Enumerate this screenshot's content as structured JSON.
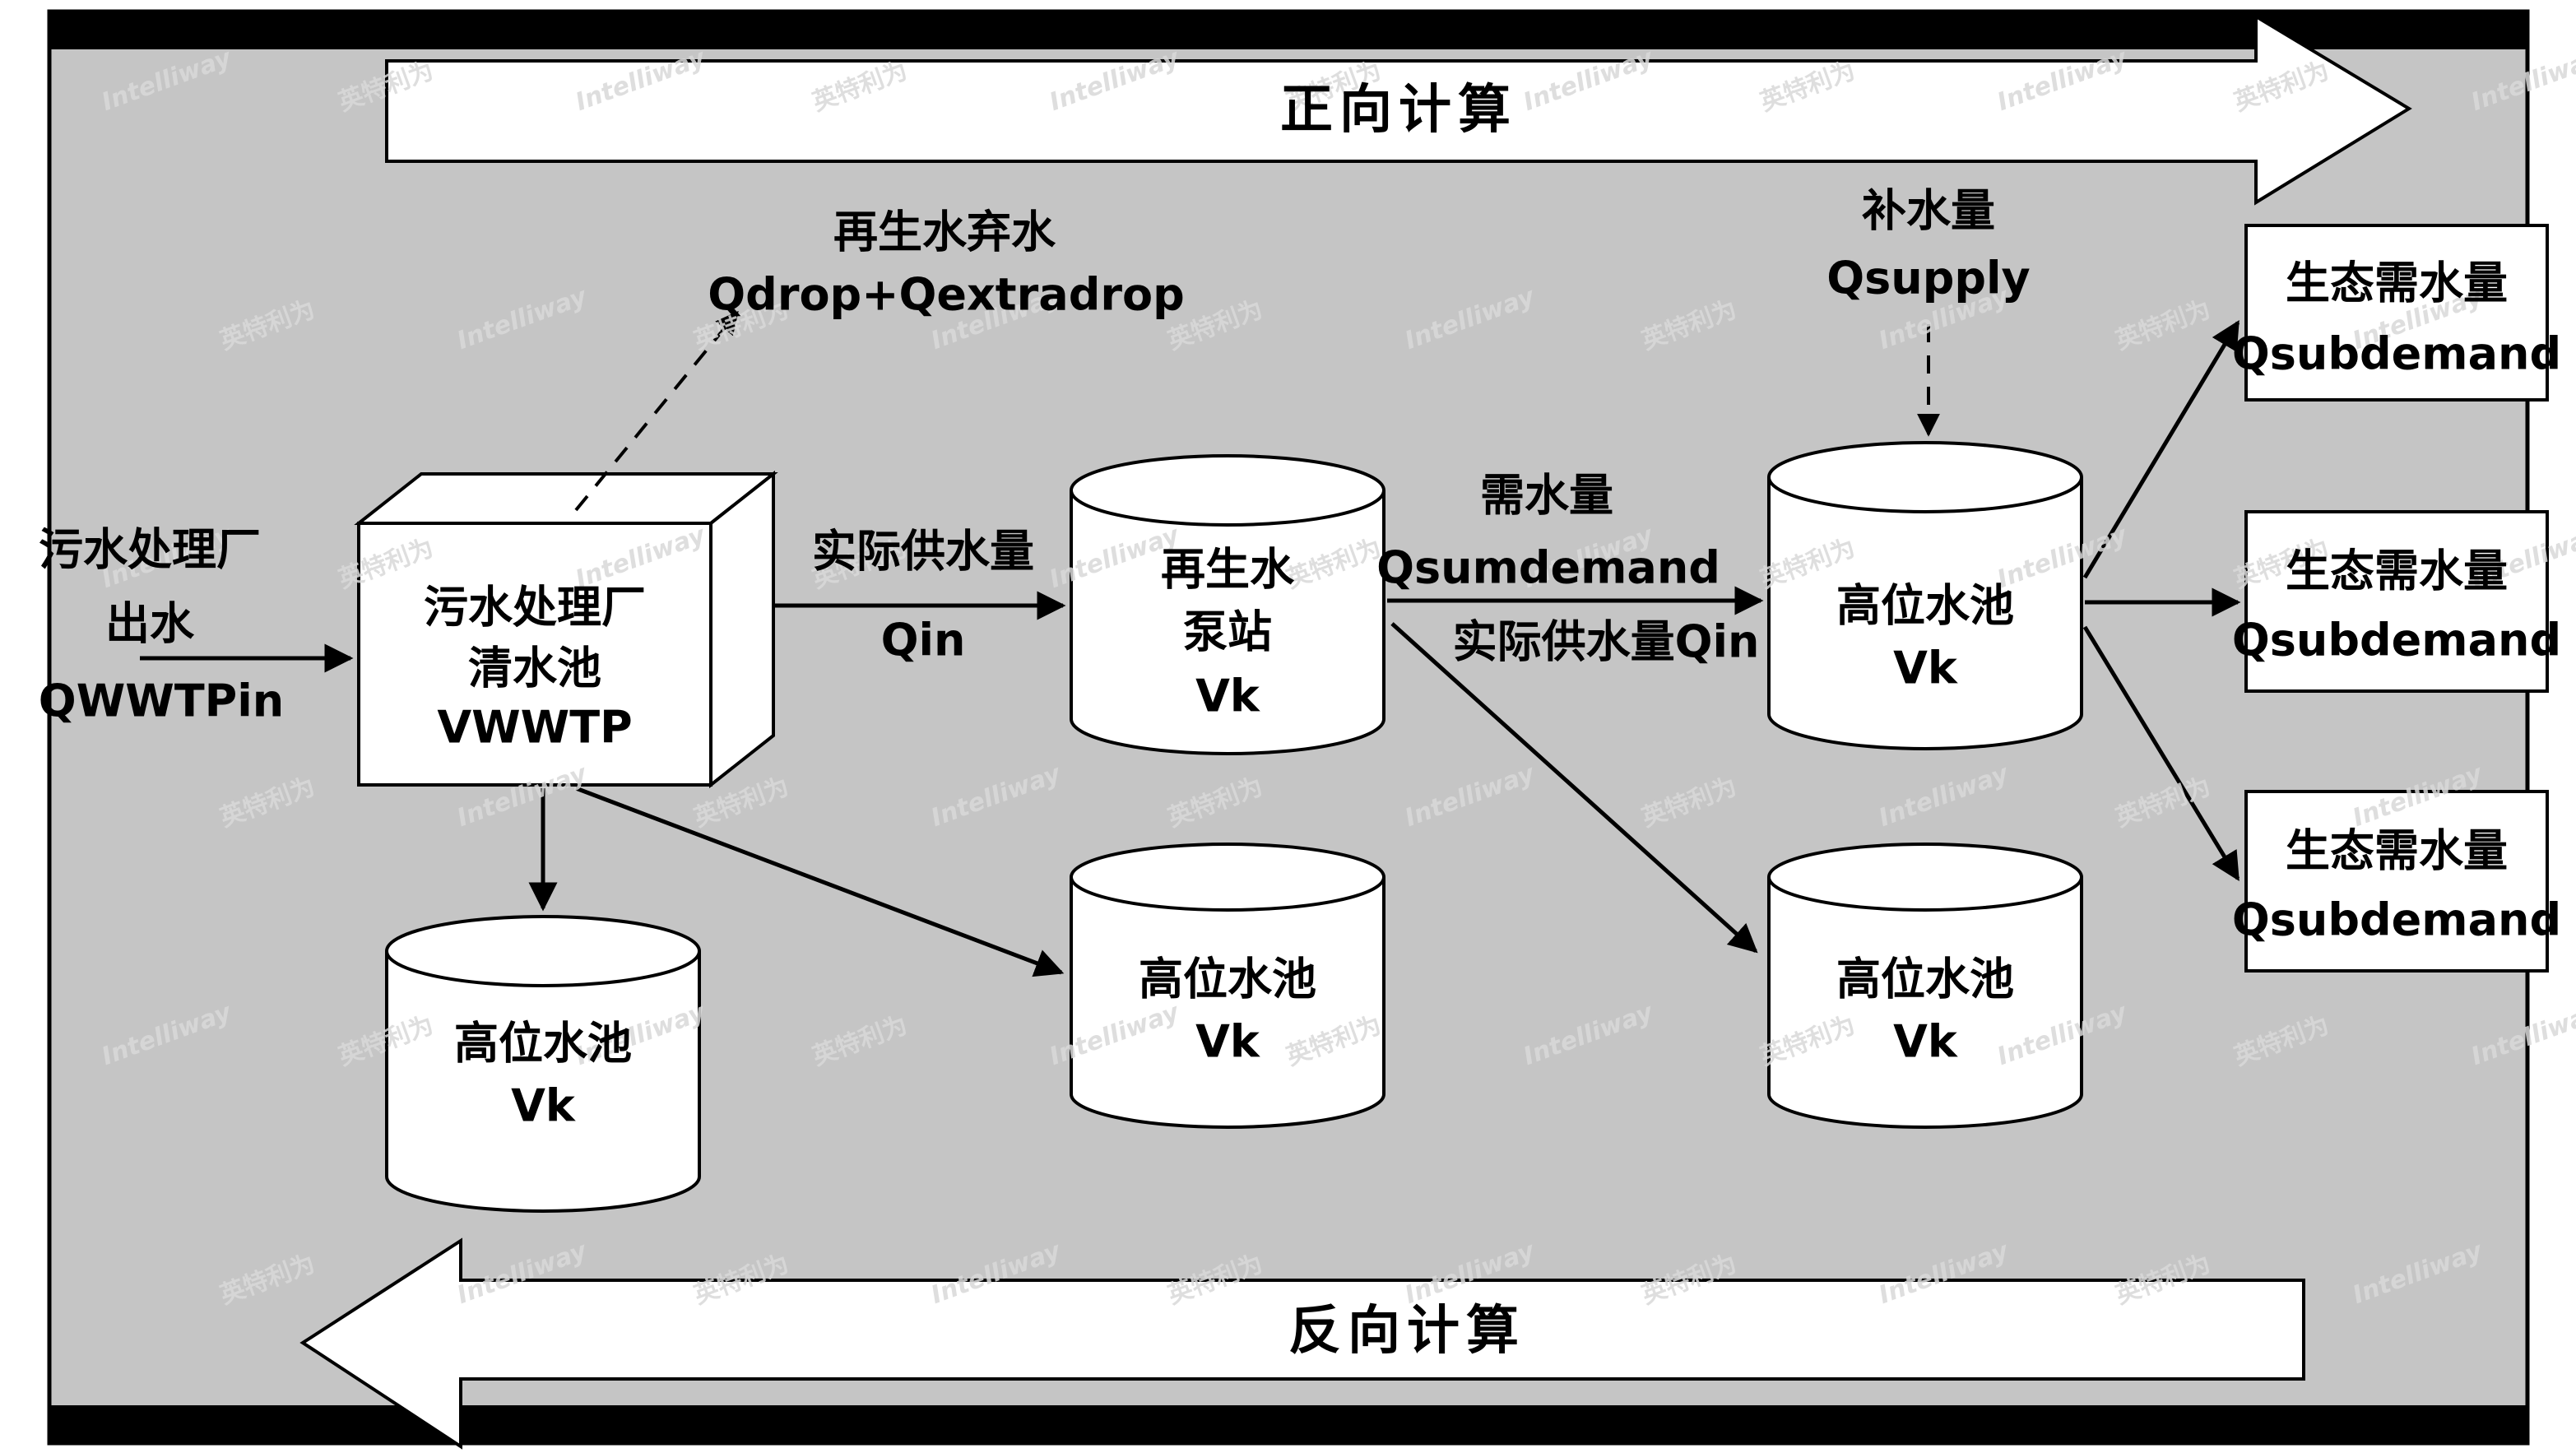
{
  "watermark": {
    "en": "Intelliway",
    "zh": "英特利为"
  },
  "banners": {
    "forward": "正向计算",
    "backward": "反向计算"
  },
  "source": {
    "line1": "污水处理厂",
    "line2": "出水",
    "flow": "QWWTPin"
  },
  "wwtp_box": {
    "line1": "污水处理厂",
    "line2": "清水池",
    "line3": "VWWTP"
  },
  "drop_label": {
    "line1": "再生水弃水",
    "line2": "Qdrop+Qextradrop"
  },
  "qin_edge": {
    "label": "实际供水量",
    "value": "Qin"
  },
  "pump": {
    "line1": "再生水",
    "line2": "泵站",
    "line3": "Vk"
  },
  "demand_edge": {
    "label": "需水量",
    "value": "Qsumdemand",
    "below": "实际供水量Qin"
  },
  "supply": {
    "label": "补水量",
    "value": "Qsupply"
  },
  "high_tank_main": {
    "line1": "高位水池",
    "line2": "Vk"
  },
  "eco_boxes": [
    {
      "line1": "生态需水量",
      "line2": "Qsubdemand"
    },
    {
      "line1": "生态需水量",
      "line2": "Qsubdemand"
    },
    {
      "line1": "生态需水量",
      "line2": "Qsubdemand"
    }
  ],
  "bottom_tanks": [
    {
      "line1": "高位水池",
      "line2": "Vk"
    },
    {
      "line1": "高位水池",
      "line2": "Vk"
    },
    {
      "line1": "高位水池",
      "line2": "Vk"
    }
  ]
}
